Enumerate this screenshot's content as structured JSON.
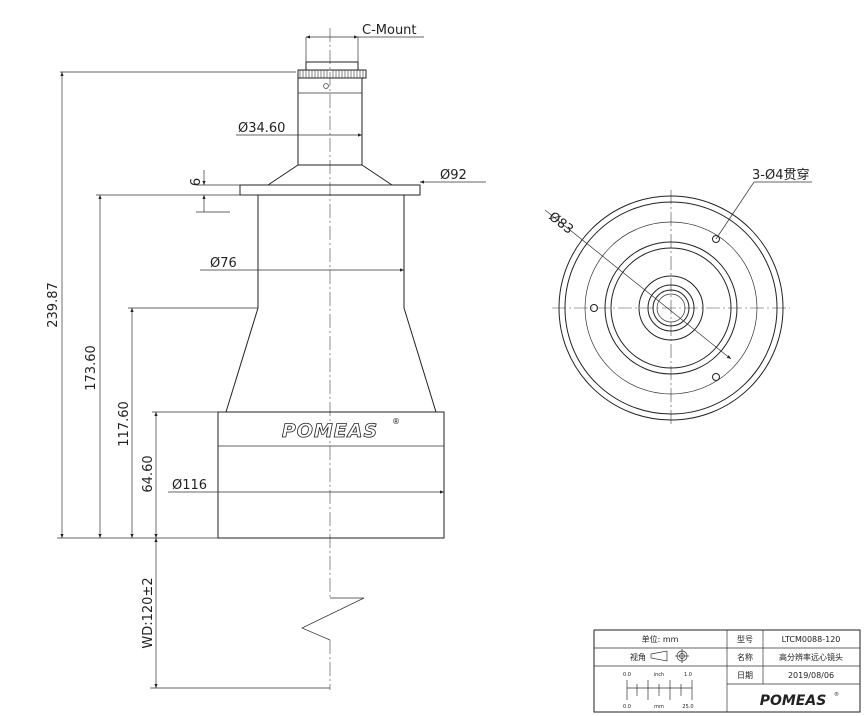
{
  "side_view": {
    "mount_label": "C-Mount",
    "dia_mount": "Ø34.60",
    "dia_flange": "Ø92",
    "flange_thk": "6",
    "dia_body": "Ø76",
    "dia_front": "Ø116",
    "len_total": "239.87",
    "len_173": "173.60",
    "len_117": "117.60",
    "len_64": "64.60",
    "wd": "WD:120±2",
    "brand": "POMEAS"
  },
  "front_view": {
    "dia_83": "Ø83",
    "holes_label": "3-Ø4贯穿"
  },
  "title_block": {
    "unit": "单位: mm",
    "model_label": "型号",
    "model": "LTCM0088-120",
    "view_label": "视角",
    "name_label": "名称",
    "name": "高分辨率远心镜头",
    "date_label": "日期",
    "date": "2019/08/06",
    "brand": "POMEAS",
    "scale_top_left": "0.0",
    "scale_top_mid": "inch",
    "scale_top_right": "1.0",
    "scale_bot_left": "0.0",
    "scale_bot_mid": "mm",
    "scale_bot_right": "25.0"
  },
  "colors": {
    "line": "#222222",
    "background": "#ffffff"
  }
}
